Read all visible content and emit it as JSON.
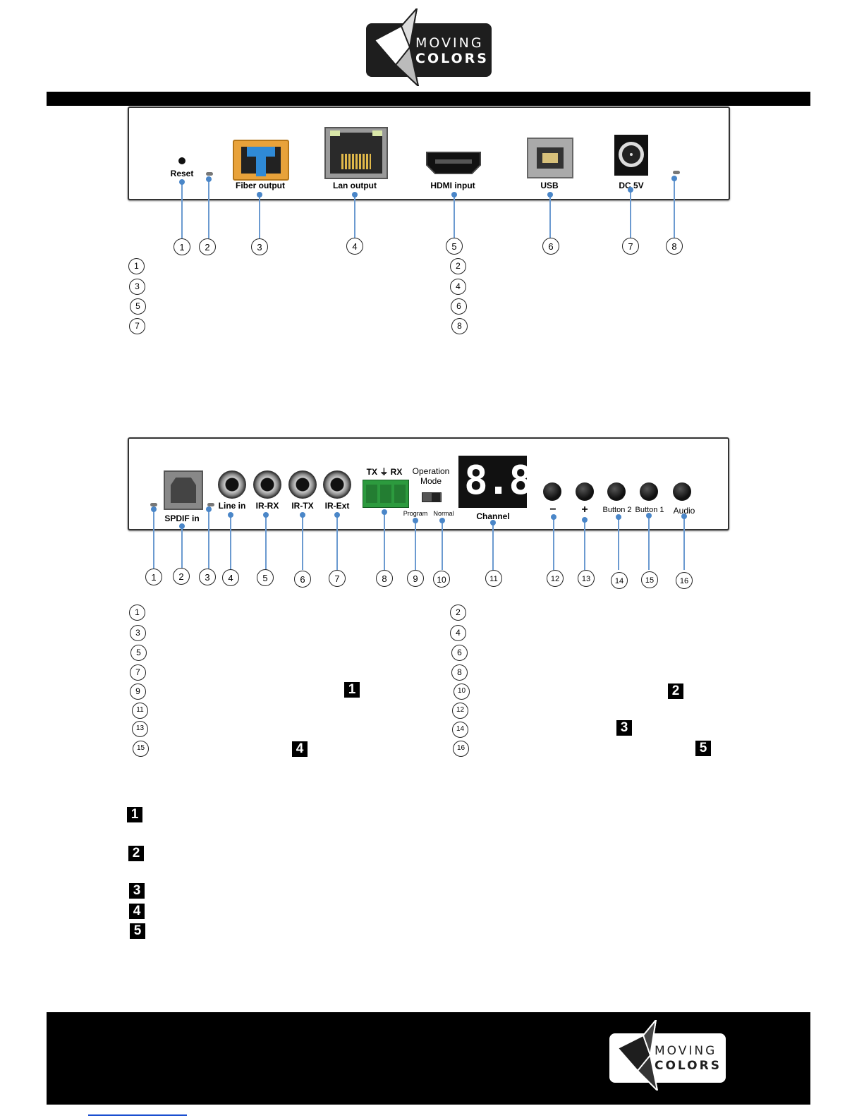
{
  "brand": {
    "line1": "MOVING",
    "line2": "COLORS"
  },
  "panel1": {
    "labels": {
      "reset": "Reset",
      "fiber": "Fiber output",
      "lan": "Lan output",
      "hdmi": "HDMI input",
      "usb": "USB",
      "dc": "DC 5V"
    },
    "callouts": [
      "1",
      "2",
      "3",
      "4",
      "5",
      "6",
      "7",
      "8"
    ],
    "legend": [
      "1",
      "2",
      "3",
      "4",
      "5",
      "6",
      "7",
      "8"
    ]
  },
  "panel2": {
    "labels": {
      "spdif": "SPDIF in",
      "linein": "Line in",
      "irrx": "IR-RX",
      "irtx": "IR-TX",
      "irext": "IR-Ext",
      "txrx": "TX ⏚ RX",
      "opmode1": "Operation",
      "opmode2": "Mode",
      "program": "Program",
      "normal": "Normal",
      "display": "8.8.",
      "channel": "Channel",
      "minus": "−",
      "plus": "+",
      "button2": "Button 2",
      "button1": "Button 1",
      "audio": "Audio"
    },
    "callouts": [
      "1",
      "2",
      "3",
      "4",
      "5",
      "6",
      "7",
      "8",
      "9",
      "10",
      "11",
      "12",
      "13",
      "14",
      "15",
      "16"
    ],
    "legend": [
      "1",
      "2",
      "3",
      "4",
      "5",
      "6",
      "7",
      "8",
      "9",
      "10",
      "11",
      "12",
      "13",
      "14",
      "15",
      "16"
    ],
    "notes": [
      "1",
      "2",
      "3",
      "4",
      "5"
    ]
  }
}
